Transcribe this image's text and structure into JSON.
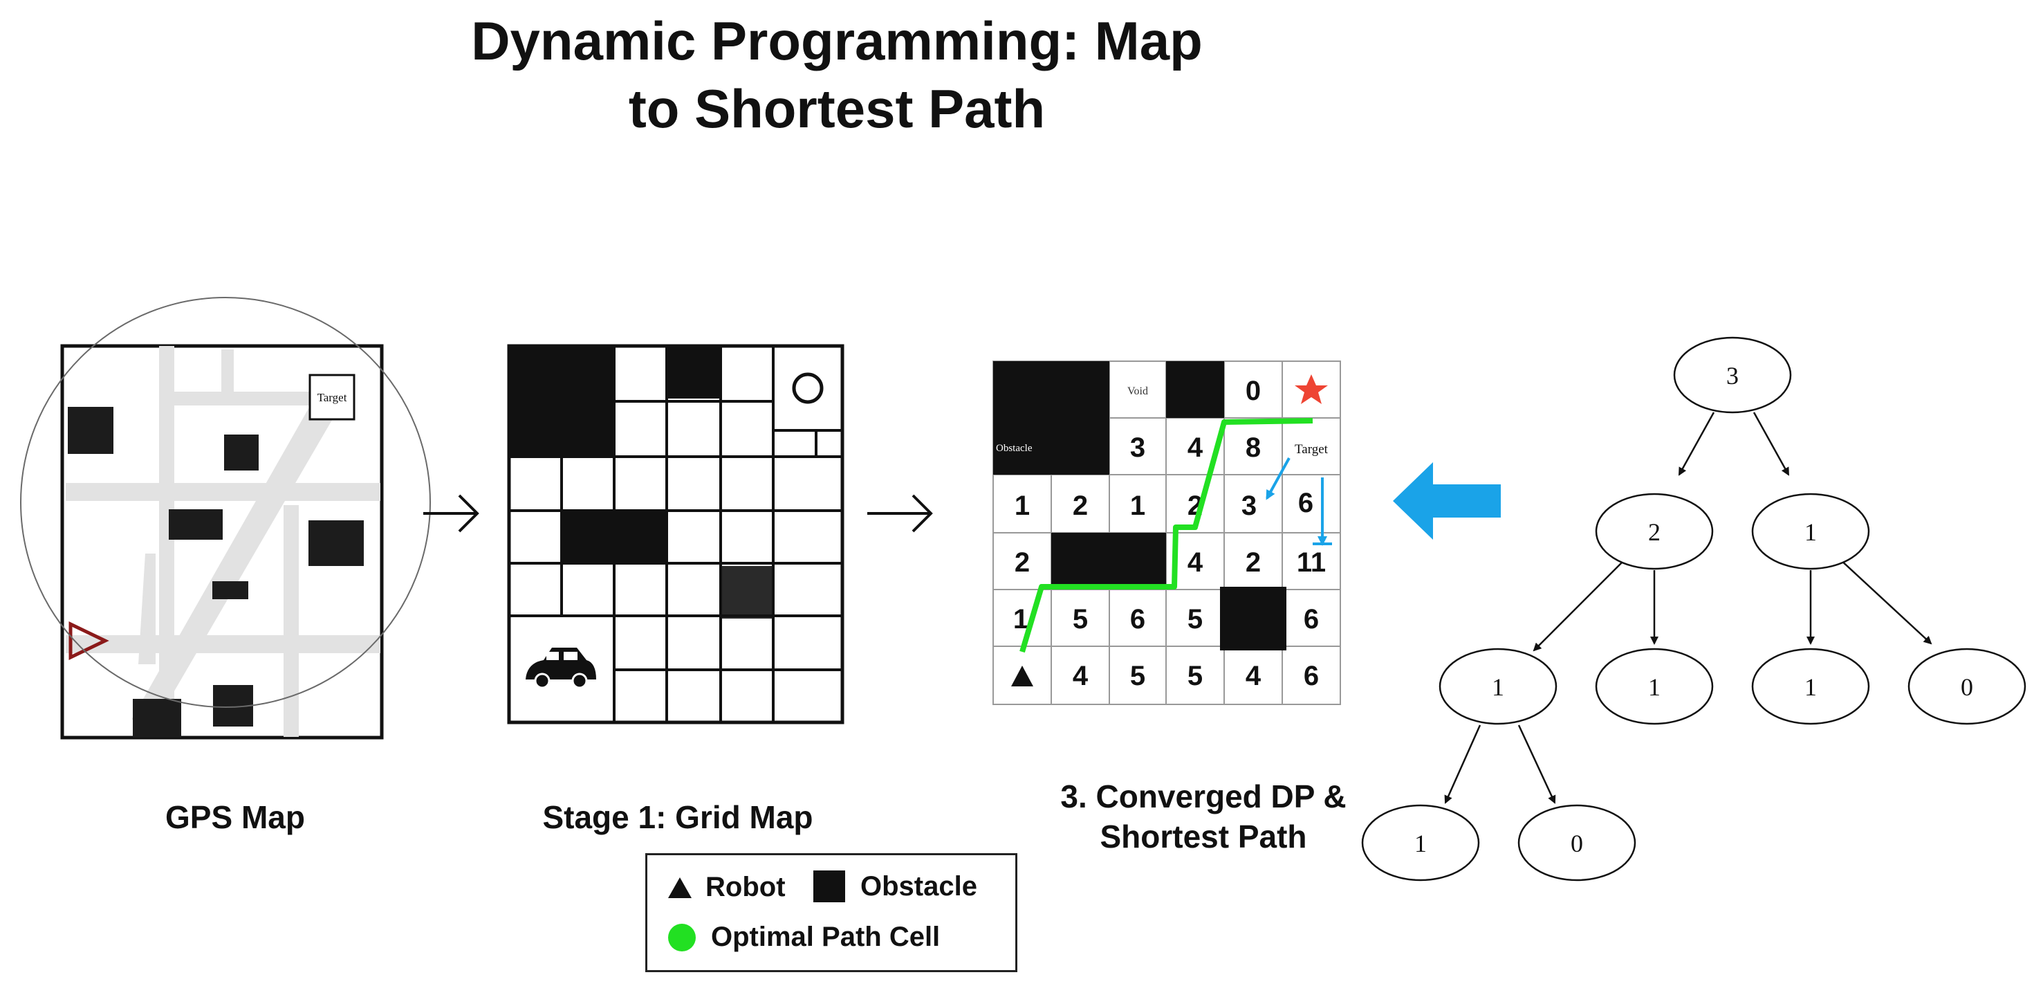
{
  "title": "Dynamic Programming: Map\nto Shortest Path",
  "gps_map": {
    "caption": "GPS Map",
    "target_label": "Target",
    "robot_icon": "triangle-outline-icon"
  },
  "grid_map": {
    "caption": "Stage 1: Grid Map",
    "goal_icon": "circle-icon",
    "vehicle_icon": "car-icon"
  },
  "dp_grid": {
    "caption": "3. Converged DP &\nShortest Path",
    "obstacle_label": "Obstacle",
    "void_label": "Void",
    "target_label": "Target",
    "goal_icon": "star-icon",
    "robot_icon": "triangle-icon",
    "cells": {
      "r0c4": "0",
      "r1c2": "3",
      "r1c3": "4",
      "r1c4": "8",
      "r2c0": "1",
      "r2c1": "2",
      "r2c2": "1",
      "r2c3": "2",
      "r2c4": "3",
      "r2c5": "6",
      "r3c0": "2",
      "r3c3": "4",
      "r3c4": "2",
      "r3c5": "11",
      "r4c0": "1",
      "r4c1": "5",
      "r4c2": "6",
      "r4c3": "5",
      "r4c5": "6",
      "r5c1": "4",
      "r5c2": "5",
      "r5c3": "5",
      "r5c4": "4",
      "r5c5": "6"
    }
  },
  "tree": {
    "root": "3",
    "l1_left": "2",
    "l1_right": "1",
    "l2_a": "1",
    "l2_b": "1",
    "l2_c": "1",
    "l2_d": "0",
    "l3_a": "1",
    "l3_b": "0"
  },
  "legend": {
    "robot_label": "Robot",
    "obstacle_label": "Obstacle",
    "path_label": "Optimal Path Cell"
  },
  "colors": {
    "path": "#22e022",
    "arrow_blue": "#1aa3e8",
    "star": "#ee4433",
    "robot_outline": "#8b1a1a",
    "road": "#e2e2e2"
  }
}
